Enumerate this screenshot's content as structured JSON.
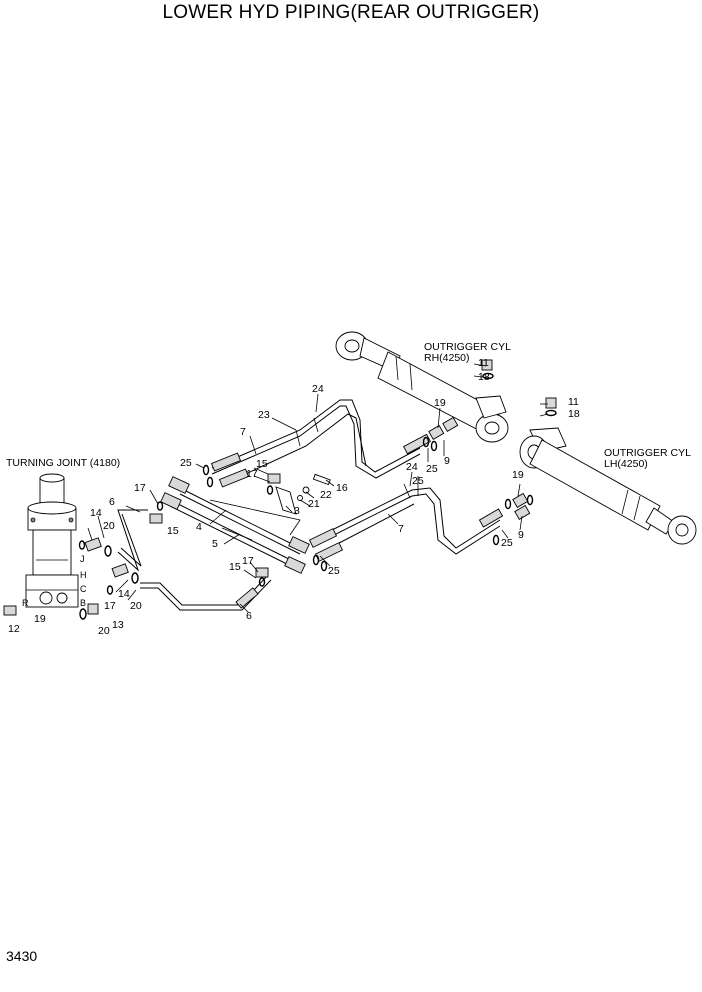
{
  "title": "LOWER HYD PIPING(REAR OUTRIGGER)",
  "page_number": "3430",
  "assemblies": {
    "turning_joint": "TURNING JOINT (4180)",
    "cyl_rh_line1": "OUTRIGGER CYL",
    "cyl_rh_line2": "RH(4250)",
    "cyl_lh_line1": "OUTRIGGER CYL",
    "cyl_lh_line2": "LH(4250)"
  },
  "port_letters": [
    "J",
    "H",
    "C",
    "B",
    "R"
  ],
  "callouts": [
    "24",
    "23",
    "7",
    "25",
    "15",
    "17",
    "6",
    "14",
    "20",
    "17",
    "15",
    "4",
    "16",
    "21",
    "22",
    "3",
    "5",
    "15",
    "17",
    "25",
    "14",
    "20",
    "6",
    "12",
    "19",
    "20",
    "13",
    "17",
    "11",
    "18",
    "19",
    "25",
    "9",
    "24",
    "25",
    "7",
    "25",
    "9",
    "19",
    "11",
    "18"
  ]
}
